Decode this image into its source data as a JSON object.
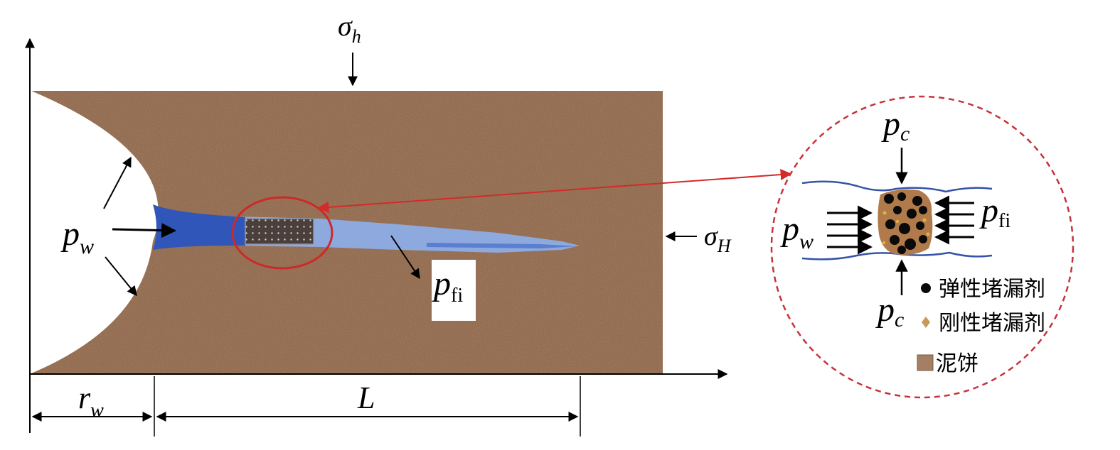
{
  "labels": {
    "sigma_h": {
      "sym": "σ",
      "sub": "h"
    },
    "sigma_H": {
      "sym": "σ",
      "sub": "H"
    },
    "p_w_left": {
      "sym": "p",
      "sub": "w"
    },
    "p_fi_left": {
      "sym": "p",
      "sub": "fi"
    },
    "r_w": {
      "sym": "r",
      "sub": "w"
    },
    "L": {
      "sym": "L"
    },
    "p_c_top": {
      "sym": "p",
      "sub": "c"
    },
    "p_c_bottom": {
      "sym": "p",
      "sub": "c"
    },
    "p_w_right": {
      "sym": "p",
      "sub": "w"
    },
    "p_fi_right": {
      "sym": "p",
      "sub": "fi"
    }
  },
  "legend": [
    {
      "icon": "black-dot-icon",
      "text": "弹性堵漏剂"
    },
    {
      "icon": "tan-diamond-icon",
      "text": "刚性堵漏剂"
    },
    {
      "icon": "mud-square-icon",
      "text": "泥饼"
    }
  ],
  "colors": {
    "rock": "#a47f63",
    "fracture_dark": "#2f56b8",
    "fracture_light": "#8ea9de",
    "highlight_red": "#cc2a2a",
    "zoom_circle": "#c8323a"
  }
}
